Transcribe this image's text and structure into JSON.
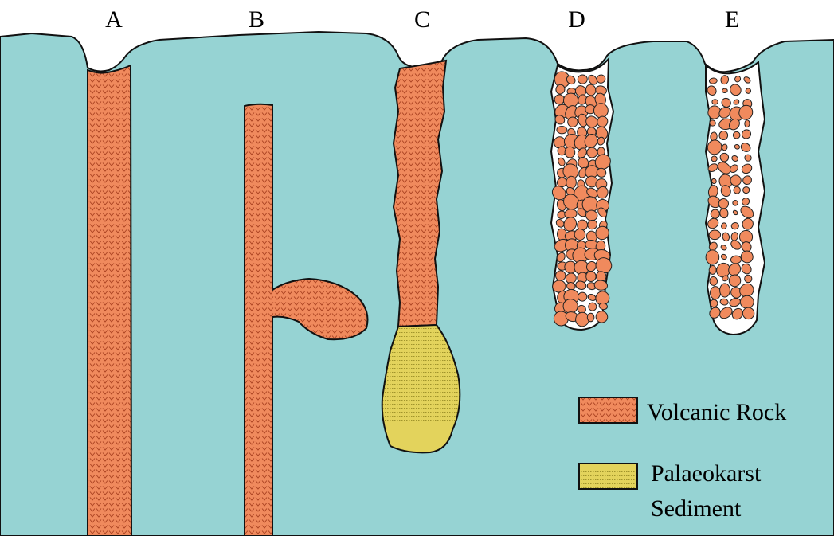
{
  "diagram": {
    "columns": [
      "A",
      "B",
      "C",
      "D",
      "E"
    ],
    "legend": {
      "volcanic": "Volcanic Rock",
      "palaeokarst_line1": "Palaeokarst",
      "palaeokarst_line2": "Sediment"
    },
    "colors": {
      "limestone": "#96d3d3",
      "volcanic": "#f08a5d",
      "sediment": "#e3d35c",
      "void": "#ffffff",
      "outline": "#111111"
    }
  }
}
